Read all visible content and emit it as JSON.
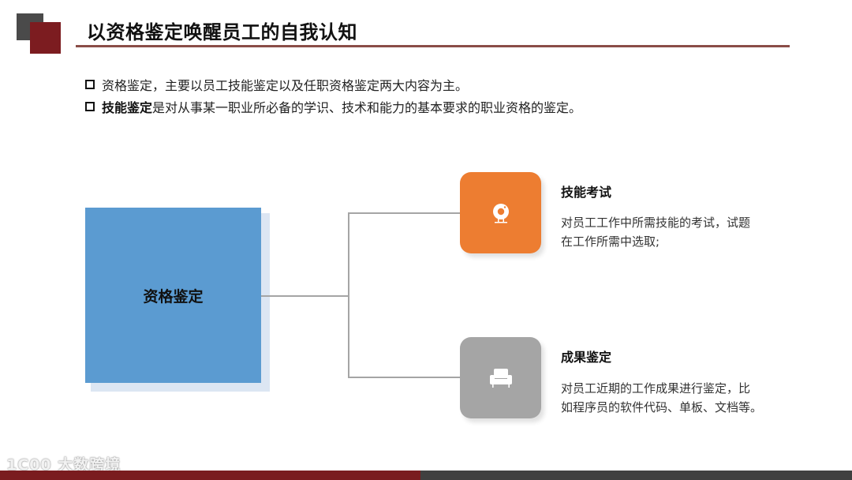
{
  "header": {
    "title": "以资格鉴定唤醒员工的自我认知",
    "colors": {
      "square_gray": "#4a4a4a",
      "square_red": "#7c1c20",
      "rule": "#8a4d47"
    }
  },
  "bullets": [
    {
      "strong": "",
      "text": "资格鉴定，主要以员工技能鉴定以及任职资格鉴定两大内容为主。"
    },
    {
      "strong": "技能鉴定",
      "text": "是对从事某一职业所必备的学识、技术和能力的基本要求的职业资格的鉴定。"
    }
  ],
  "diagram": {
    "main": {
      "label": "资格鉴定",
      "color": "#5b9bd1"
    },
    "items": [
      {
        "icon": "webcam-icon",
        "color": "#ed7d31",
        "title": "技能考试",
        "desc_lines": [
          "对员工工作中所需技能的考试，试题",
          "在工作所需中选取;"
        ]
      },
      {
        "icon": "armchair-icon",
        "color": "#a5a5a5",
        "title": "成果鉴定",
        "desc_lines": [
          "对员工近期的工作成果进行鉴定，比",
          "如程序员的软件代码、单板、文档等。"
        ]
      }
    ]
  },
  "footer": {
    "logo_text": "1C00 大数跨境",
    "colors": {
      "bar_left": "#7a1c1f",
      "bar_right": "#404040"
    }
  }
}
